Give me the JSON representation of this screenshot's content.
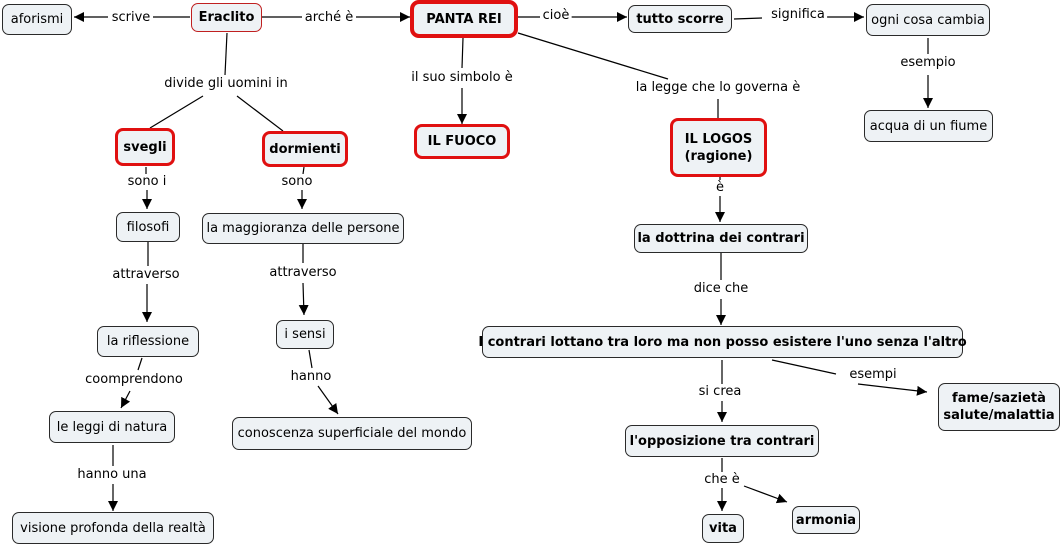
{
  "title": "Eraclito concept map",
  "nodes": {
    "aforismi": "aforismi",
    "eraclito": "Eraclito",
    "panta_rei": "PANTA REI",
    "tutto_scorre": "tutto scorre",
    "ogni_cosa_cambia": "ogni cosa cambia",
    "acqua_fiume": "acqua di un fiume",
    "il_fuoco": "IL FUOCO",
    "il_logos": "IL LOGOS",
    "il_logos_sub": "(ragione)",
    "svegli": "svegli",
    "dormienti": "dormienti",
    "filosofi": "filosofi",
    "maggioranza": "la maggioranza delle persone",
    "riflessione": "la riflessione",
    "sensi": "i sensi",
    "leggi_natura": "le leggi di natura",
    "conoscenza": "conoscenza superficiale del mondo",
    "visione": "visione profonda della realtà",
    "dottrina": "la dottrina dei contrari",
    "contrari_lottano": "I contrari lottano tra loro ma non posso esistere l'uno senza l'altro",
    "esempi_line1": "fame/sazietà",
    "esempi_line2": "salute/malattia",
    "opposizione": "l'opposizione tra contrari",
    "vita": "vita",
    "armonia": "armonia"
  },
  "links": {
    "scrive": "scrive",
    "arche": "arché è",
    "cioe": "cioè",
    "significa": "significa",
    "esempio": "esempio",
    "simbolo": "il suo simbolo è",
    "legge": "la legge che lo governa è",
    "divide": "divide gli uomini in",
    "sono_i": "sono i",
    "sono": "sono",
    "attraverso1": "attraverso",
    "attraverso2": "attraverso",
    "coomprendono": "coomprendono",
    "hanno": "hanno",
    "hanno_una": "hanno una",
    "e": "è",
    "dice_che": "dice che",
    "esempi": "esempi",
    "si_crea": "si crea",
    "che_e": "che è"
  },
  "colors": {
    "node_fill": "#eef2f5",
    "highlight_border": "#e01010",
    "line": "#000000"
  }
}
